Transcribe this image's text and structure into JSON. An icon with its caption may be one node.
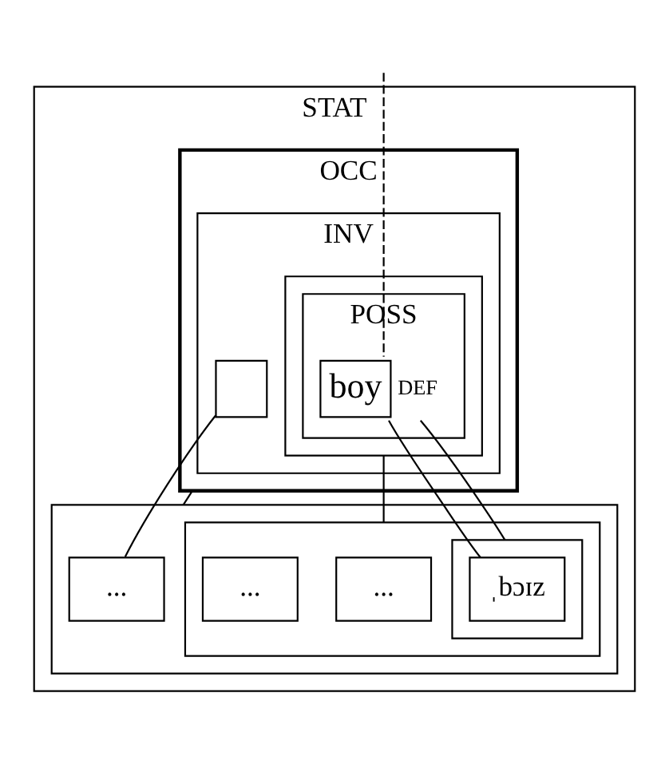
{
  "diagram": {
    "nodes": [
      {
        "text": [
          "STAT"
        ]
      },
      {
        "text": [
          "OCC"
        ],
        "in": 0
      },
      {
        "text": [
          "INV"
        ],
        "in": 1
      },
      {
        "text": [],
        "shape": "box",
        "in": 2
      },
      {
        "text": [],
        "shape": "box",
        "in": 2
      },
      {
        "text": [
          "POSS"
        ],
        "in": 4
      },
      {
        "text": [
          "boy"
        ],
        "beside": [
          "DEF"
        ],
        "in": 5
      },
      {
        "text": [],
        "shape": "box",
        "in": 0
      },
      {
        "text": [
          "..."
        ],
        "in": 7
      },
      {
        "text": [],
        "shape": "box",
        "in": 7
      },
      {
        "text": [
          "..."
        ],
        "in": 9
      },
      {
        "text": [],
        "shape": "box",
        "in": 9
      },
      {
        "text": [
          "ˌbɔɪz"
        ],
        "in": 11
      },
      {
        "text": [
          "..."
        ],
        "in": 9
      }
    ],
    "edges": [
      {
        "from": null,
        "to": 6,
        "arrow": "none",
        "style": "dashed"
      },
      {
        "from": 3,
        "to": 8,
        "arrow": "none"
      },
      {
        "from": 1,
        "to": 7,
        "arrow": "none"
      },
      {
        "from": 4,
        "to": 9,
        "arrow": "none"
      },
      {
        "from": 6,
        "to": 12,
        "arrow": "none"
      },
      {
        "from": 6,
        "to": 11,
        "arrow": "none"
      }
    ]
  }
}
